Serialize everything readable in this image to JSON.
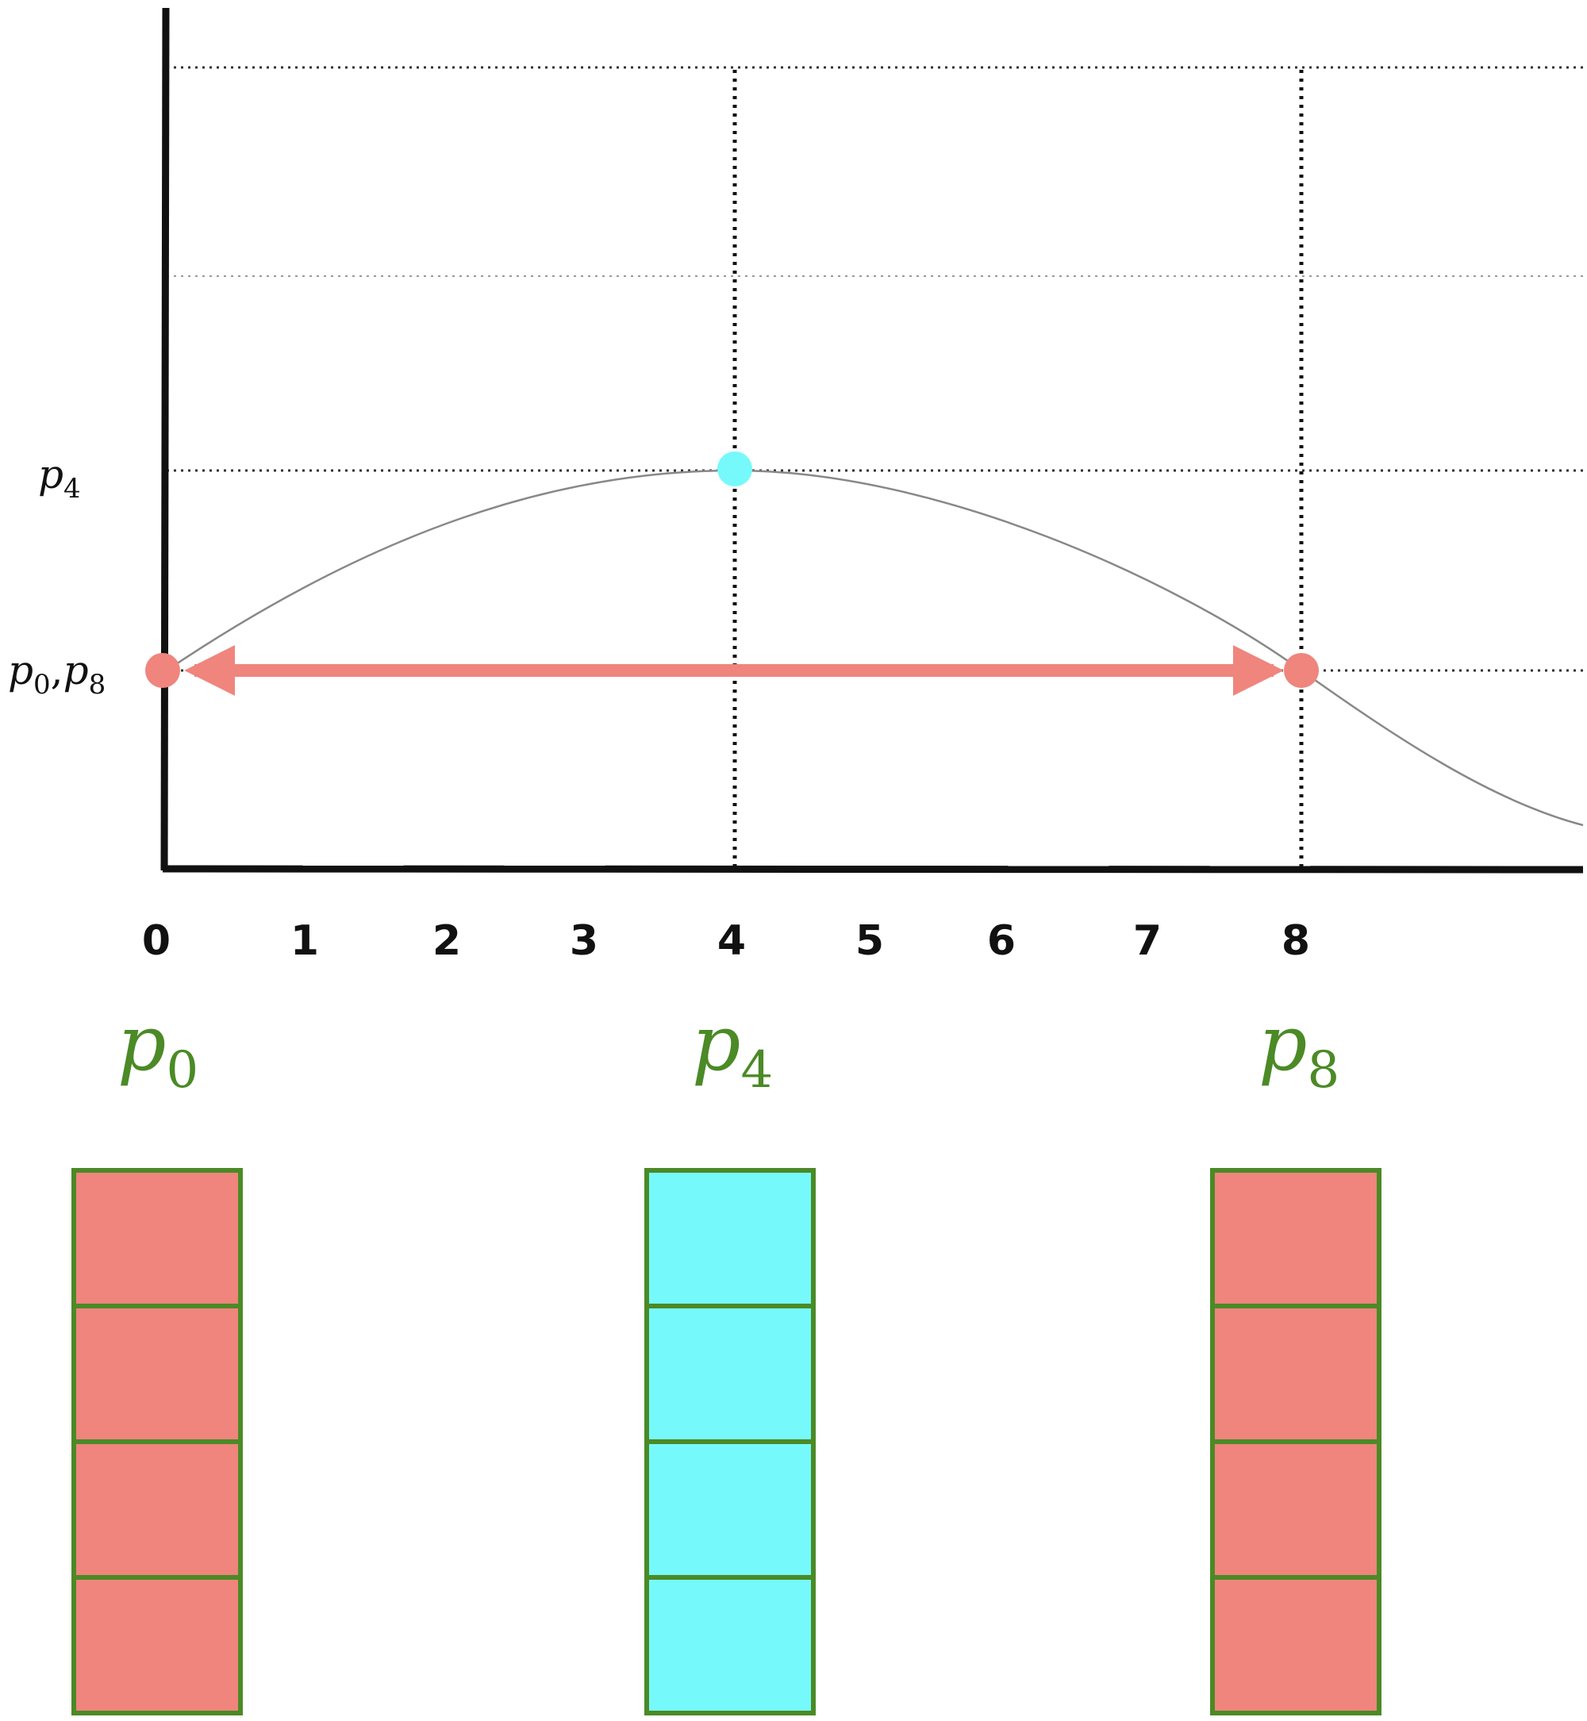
{
  "y_labels": [
    {
      "base": "p",
      "sub": "4"
    },
    {
      "base": "p",
      "sub": "0",
      "sep": ",",
      "base2": "p",
      "sub2": "8"
    }
  ],
  "x_ticks": [
    "0",
    "1",
    "2",
    "3",
    "4",
    "5",
    "6",
    "7",
    "8"
  ],
  "columns": [
    {
      "base": "p",
      "sub": "0",
      "color": "#ef857d",
      "cells": 4
    },
    {
      "base": "p",
      "sub": "4",
      "color": "#76f9fa",
      "cells": 4
    },
    {
      "base": "p",
      "sub": "8",
      "color": "#ef857d",
      "cells": 4
    }
  ],
  "colors": {
    "salmon": "#ef857d",
    "cyan": "#76f9fa",
    "green": "#4b8a26",
    "axis": "#111111",
    "curve": "#888888"
  }
}
